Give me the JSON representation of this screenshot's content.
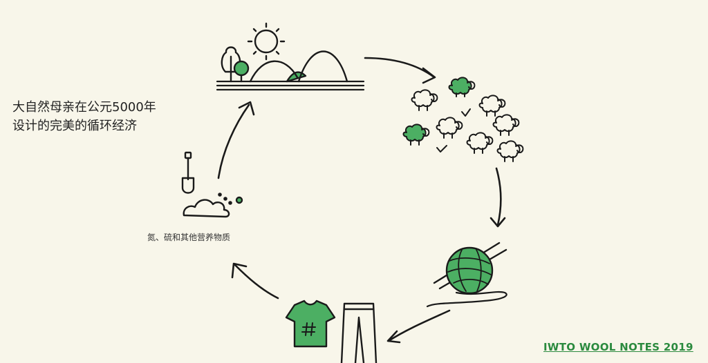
{
  "caption": {
    "line1": "大自然母亲在公元5000年",
    "line2": "设计的完美的循环经济"
  },
  "soil_label": "氮、硫和其他营养物质",
  "credit": "IWTO WOOL NOTES 2019",
  "colors": {
    "background": "#f8f6ea",
    "ink": "#1a1a1a",
    "green": "#4caf63",
    "dark_green": "#2b6e3a",
    "credit": "#2b8a3e"
  },
  "icons": [
    "sun-icon",
    "trees-icon",
    "hills-icon",
    "sheep-icon",
    "yarn-ball-icon",
    "tshirt-icon",
    "trousers-icon",
    "shovel-icon",
    "soil-mound-icon",
    "cycle-arrow-icon"
  ]
}
